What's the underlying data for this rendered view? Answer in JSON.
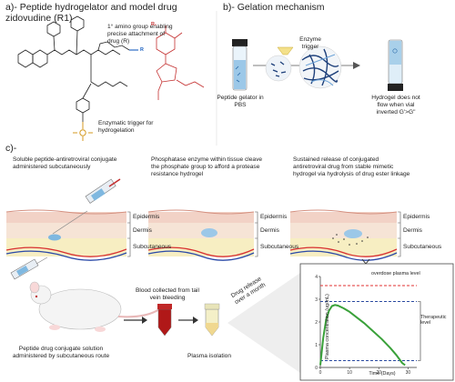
{
  "panel_a": {
    "title": "a)- Peptide hydrogelator and model drug zidovudine (R1)",
    "amino_note": "1° amino group enabling precise attachment of drug (R)",
    "trigger_note": "Enzymatic trigger for hydrogelation",
    "r_label": "R",
    "r1_label": "R₁"
  },
  "panel_b": {
    "title": "b)- Gelation mechanism",
    "enzyme_label": "Enzyme trigger",
    "vial_left_label": "Peptide gelator in PBS",
    "vial_right_label": "Hydrogel does not flow when vial inverted G'>G\""
  },
  "panel_c": {
    "label": "c)-",
    "step1_text": "Soluble peptide-antiretroviral conjugate administered subcutaneously",
    "step2_text": "Phosphatase enzyme within tissue cleave the phosphate group to afford a protease resistance hydrogel",
    "step3_text": "Sustained release of conjugated antiretroviral drug from stable mimetic hydrogel via hydrolysis of drug ester linkage",
    "layers": [
      "Epidermis",
      "Dermis",
      "Subcutaneous"
    ],
    "injection_text": "Peptide drug conjugate solution administered by subcutaneous route",
    "blood_text": "Blood collected from tail vein bleeding",
    "plasma_text": "Plasma isolation",
    "release_text": "Drug release over a month"
  },
  "chart_data": {
    "type": "line",
    "ylabel": "Plasma concentration (ug/mL)",
    "xlabel": "Time (Days)",
    "x_ticks": [
      "0",
      "10",
      "20",
      "30"
    ],
    "y_ticks": [
      "0",
      "1",
      "2",
      "3",
      "4"
    ],
    "xlim": [
      0,
      33
    ],
    "ylim": [
      0,
      4
    ],
    "annotations": [
      "overdose plasma level",
      "Therapeutic level"
    ],
    "overdose_level": 3.6,
    "therapeutic_upper": 2.9,
    "therapeutic_lower": 0.3,
    "x": [
      0,
      1,
      2,
      3,
      4,
      5,
      6,
      8,
      10,
      12,
      15,
      18,
      21,
      24,
      26,
      28,
      29
    ],
    "values": [
      0.1,
      1.3,
      2.1,
      2.5,
      2.7,
      2.75,
      2.72,
      2.6,
      2.45,
      2.25,
      1.95,
      1.6,
      1.25,
      0.85,
      0.55,
      0.2,
      0.1
    ],
    "colors": {
      "curve": "#3aa13a",
      "overdose": "#e03030",
      "therapeutic": "#2a4aa0"
    }
  }
}
